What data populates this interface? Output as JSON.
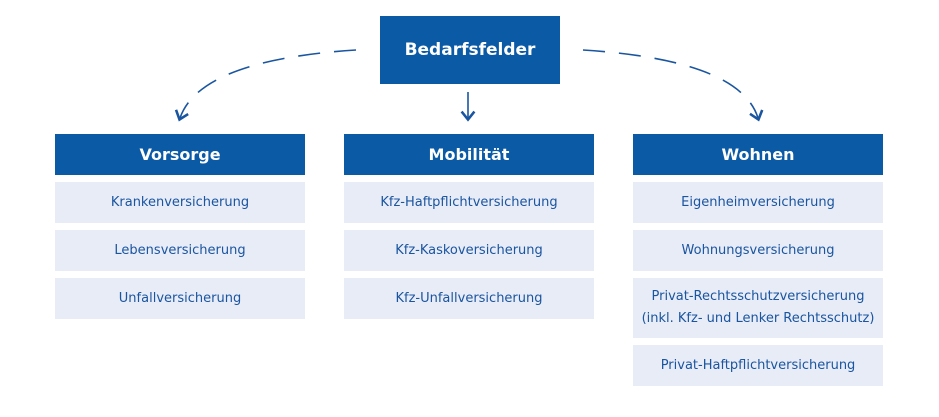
{
  "root": {
    "label": "Bedarfsfelder"
  },
  "colors": {
    "primary": "#0b5aa6",
    "item_bg": "#e8ecf7",
    "item_text": "#1a55a0"
  },
  "categories": [
    {
      "title": "Vorsorge",
      "items": [
        "Krankenversicherung",
        "Lebensversicherung",
        "Unfallversicherung"
      ]
    },
    {
      "title": "Mobilität",
      "items": [
        "Kfz-Haftpflichtversicherung",
        "Kfz-Kaskoversicherung",
        "Kfz-Unfallversicherung"
      ]
    },
    {
      "title": "Wohnen",
      "items": [
        "Eigenheimversicherung",
        "Wohnungsversicherung",
        "Privat-Rechtsschutzversicherung",
        "(inkl. Kfz- und Lenker Rechtsschutz)",
        "Privat-Haftpflichtversicherung"
      ]
    }
  ]
}
